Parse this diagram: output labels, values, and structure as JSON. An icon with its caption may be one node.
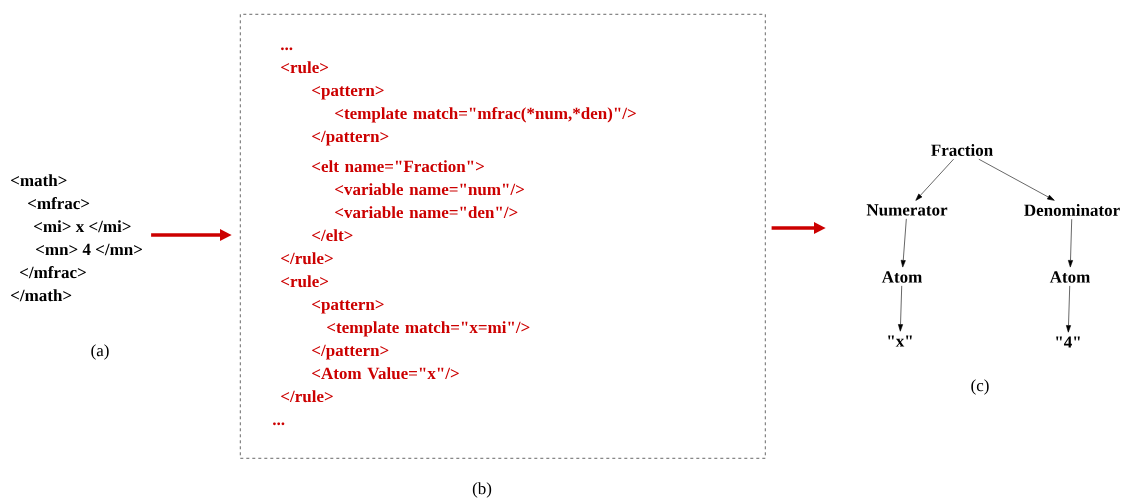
{
  "diagram": {
    "nodes": [
      {
        "text": [
          "<math>",
          "<mfrac>",
          "<mi> x </mi>",
          "<mn> 4 </mn>",
          "</mfrac>",
          "</math>"
        ]
      },
      {
        "text": [
          "...",
          "<rule>",
          "<pattern>",
          "<template match=\"mfrac(*num,*den)\"/>",
          "</pattern>",
          "<elt name=\"Fraction\">",
          "<variable name=\"num\"/>",
          "<variable name=\"den\"/>",
          "</elt>",
          "</rule>",
          "<rule>",
          "<pattern>",
          "<template match=\"x=mi\"/>",
          "</pattern>",
          "<Atom Value=\"x\"/>",
          "</rule>",
          "..."
        ]
      },
      {
        "text": [
          "Fraction"
        ]
      },
      {
        "text": [
          "Numerator"
        ]
      },
      {
        "text": [
          "Denominator"
        ]
      },
      {
        "text": [
          "Atom"
        ]
      },
      {
        "text": [
          "Atom"
        ]
      },
      {
        "text": [
          "\"x\""
        ]
      },
      {
        "text": [
          "\"4\""
        ]
      }
    ],
    "edges": [
      {
        "from": 0,
        "to": 1,
        "arrow": "to",
        "style": "thick",
        "color": "#cc0000"
      },
      {
        "from": 1,
        "to": null,
        "arrow": "to",
        "style": "thick",
        "color": "#cc0000"
      },
      {
        "from": 2,
        "to": 3,
        "arrow": "to"
      },
      {
        "from": 2,
        "to": 4,
        "arrow": "to"
      },
      {
        "from": 3,
        "to": 5,
        "arrow": "to"
      },
      {
        "from": 4,
        "to": 6,
        "arrow": "to"
      },
      {
        "from": 5,
        "to": 7,
        "arrow": "to"
      },
      {
        "from": 6,
        "to": 8,
        "arrow": "to"
      }
    ],
    "labels": [
      "(a)",
      "(b)",
      "(c)"
    ]
  }
}
